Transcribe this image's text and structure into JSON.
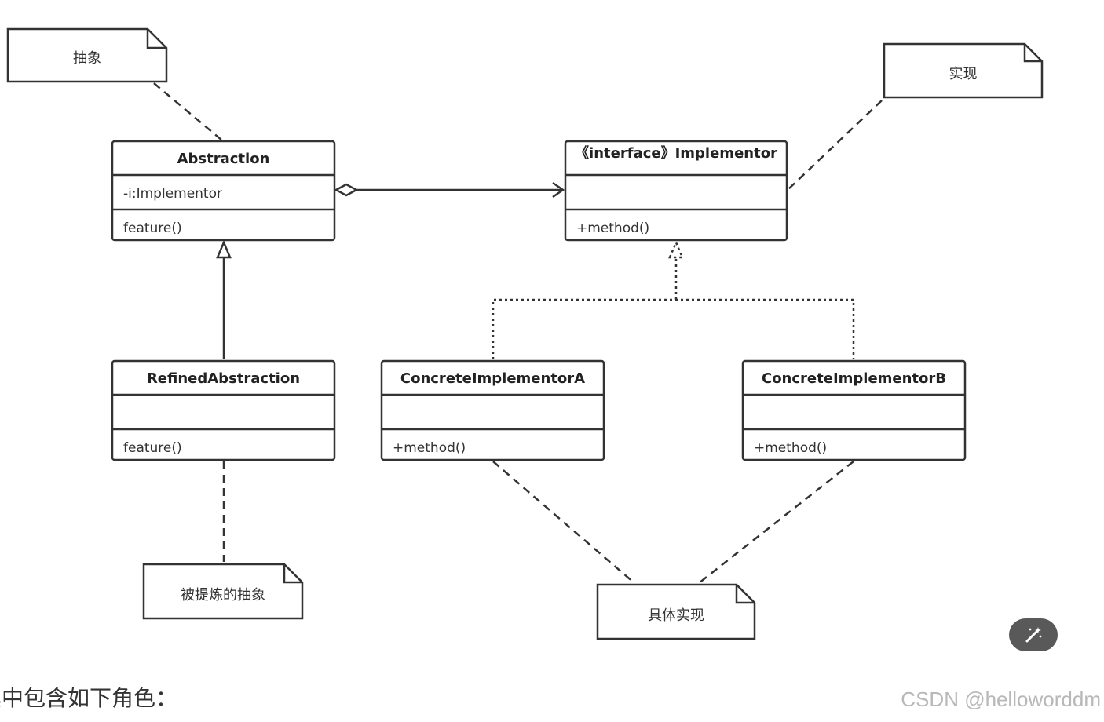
{
  "notes": {
    "abstraction": "抽象",
    "implementation": "实现",
    "refined": "被提炼的抽象",
    "concrete": "具体实现"
  },
  "classes": {
    "abstraction": {
      "name": "Abstraction",
      "attribute": "-i:Implementor",
      "method": "feature()"
    },
    "implementor": {
      "name": "《interface》Implementor",
      "method": "+method()"
    },
    "refined": {
      "name": "RefinedAbstraction",
      "method": "feature()"
    },
    "concrete_a": {
      "name": "ConcreteImplementorA",
      "method": "+method()"
    },
    "concrete_b": {
      "name": "ConcreteImplementorB",
      "method": "+method()"
    }
  },
  "caption": "其中包含如下角色：",
  "watermark": "CSDN @helloworddm",
  "icons": {
    "ai_button": "magic-wand-icon"
  }
}
